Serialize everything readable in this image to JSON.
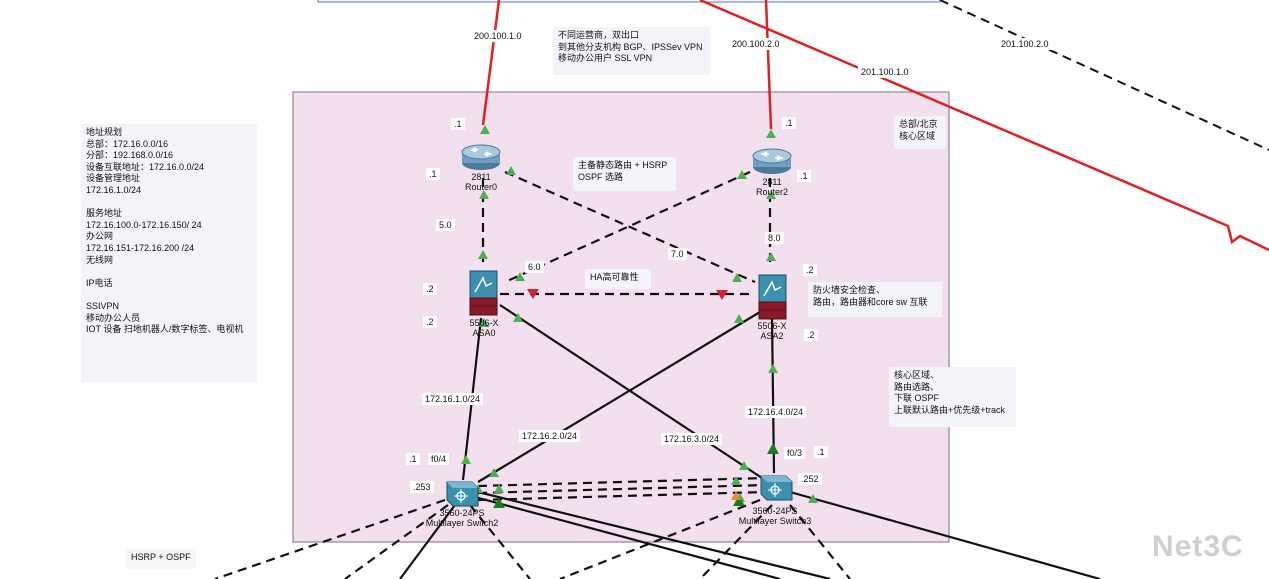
{
  "notes": {
    "wan_note": "不同运营商，双出口\n到其他分支机构 BGP、IPSSev VPN\n移动办公用户 SSL VPN",
    "address_plan": "地址规划\n总部：172.16.0.0/16\n分部：192.168.0.0/16\n设备互联地址：172.16.0.0/24\n设备管理地址\n172.16.1.0/24\n\n服务地址\n172.16.100.0-172.16.150/ 24\n办公网\n172.16.151-172.16.200 /24\n无线网\n\nIP电话\n\nSSIVPN\n移动办公人员\nIOT 设备 扫地机器人/数字标签、电视机",
    "hq_title": "总部/北京\n核心区域",
    "routing_note": "主备静态路由 + HSRP\nOSPF 选路",
    "ha_note": "HA高可靠性",
    "firewall_note": "防火墙安全检查、\n路由，路由器和core sw 互联",
    "core_note": "核心区域、\n路由选路、\n下联 OSPF\n上联默认路由+优先级+track",
    "hsrp_note": "HSRP + OSPF"
  },
  "devices": {
    "router0": {
      "model": "2811",
      "name": "Router0"
    },
    "router2": {
      "model": "2811",
      "name": "Router2"
    },
    "asa0": {
      "model": "5506-X",
      "name": "ASA0"
    },
    "asa2": {
      "model": "5506-X",
      "name": "ASA2"
    },
    "msw2": {
      "model": "3560-24PS",
      "name": "Multilayer Switch2"
    },
    "msw3": {
      "model": "3560-24PS",
      "name": "Multilayer Switch3"
    }
  },
  "labels": {
    "net_200_100_1": "200.100.1.0",
    "net_200_100_2": "200.100.2.0",
    "net_201_100_1": "201.100.1.0",
    "net_201_100_2": "201.100.2.0",
    "r0_wan_ip": ".1",
    "r0_lan_ip": ".1",
    "r2_wan_ip": ".1",
    "r2_lan_ip": ".1",
    "net_5": "5.0",
    "net_6": "6.0",
    "net_7": "7.0",
    "net_8": "8.0",
    "asa0_ip_a": ".2",
    "asa0_ip_b": ".2",
    "asa2_ip_a": ".2",
    "asa2_ip_b": ".2",
    "net_172_1": "172.16.1.0/24",
    "net_172_2": "172.16.2.0/24",
    "net_172_3": "172.16.3.0/24",
    "net_172_4": "172.16.4.0/24",
    "msw2_ip_a": ".1",
    "msw2_port": "f0/4",
    "msw2_ip_b": ".253",
    "msw3_port": "f0/3",
    "msw3_ip_a": ".1",
    "msw3_ip_b": ".252"
  },
  "watermark": "Net3C",
  "colors": {
    "hq_area": "#f2e0ee",
    "wan_link": "#e02020",
    "link_up": "#4caf50",
    "link_down": "#d0203a",
    "note_bg": "#f3f4f9"
  }
}
